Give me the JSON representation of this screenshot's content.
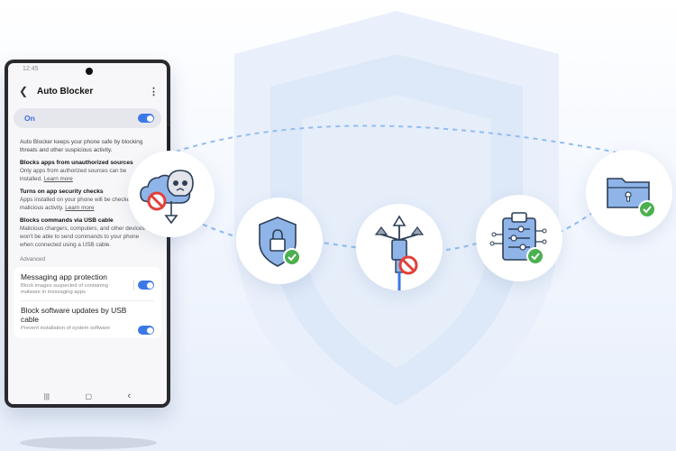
{
  "phone": {
    "status_time": "12:45",
    "header": {
      "title": "Auto Blocker"
    },
    "main_toggle": {
      "label": "On",
      "state": "on"
    },
    "description": "Auto Blocker keeps your phone safe by blocking threats and other suspicious activity.",
    "sections": [
      {
        "title": "Blocks apps from unauthorized sources",
        "body_lines": [
          "Only apps from authorized sources can be",
          "installed."
        ],
        "link": "Learn more"
      },
      {
        "title": "Turns on app security checks",
        "body_lines": [
          "Apps installed on your phone will be checked",
          "malicious activity."
        ],
        "link": "Learn more"
      },
      {
        "title": "Blocks commands via USB cable",
        "body_lines": [
          "Malicious chargers, computers, and other devices",
          "won't be able to send commands to your phone",
          "when connected using a USB cable."
        ]
      }
    ],
    "advanced_label": "Advanced",
    "advanced_items": [
      {
        "title": "Messaging app protection",
        "subtitle": "Block images suspected of containing malware in messaging apps",
        "state": "on"
      },
      {
        "title": "Block software updates by USB cable",
        "subtitle": "Prevent installation of system software",
        "state": "on"
      }
    ],
    "nav": {
      "recents": "|||",
      "home": "▢",
      "back": "‹"
    }
  },
  "features": [
    {
      "icon": "malware-cloud-blocked-icon"
    },
    {
      "icon": "shield-lock-check-icon"
    },
    {
      "icon": "usb-blocked-icon"
    },
    {
      "icon": "clipboard-settings-check-icon"
    },
    {
      "icon": "folder-lock-check-icon"
    }
  ],
  "colors": {
    "accent": "#3b78e7",
    "block_red": "#e0413a",
    "check_green": "#4caf50",
    "icon_blue": "#8fb4e8"
  }
}
